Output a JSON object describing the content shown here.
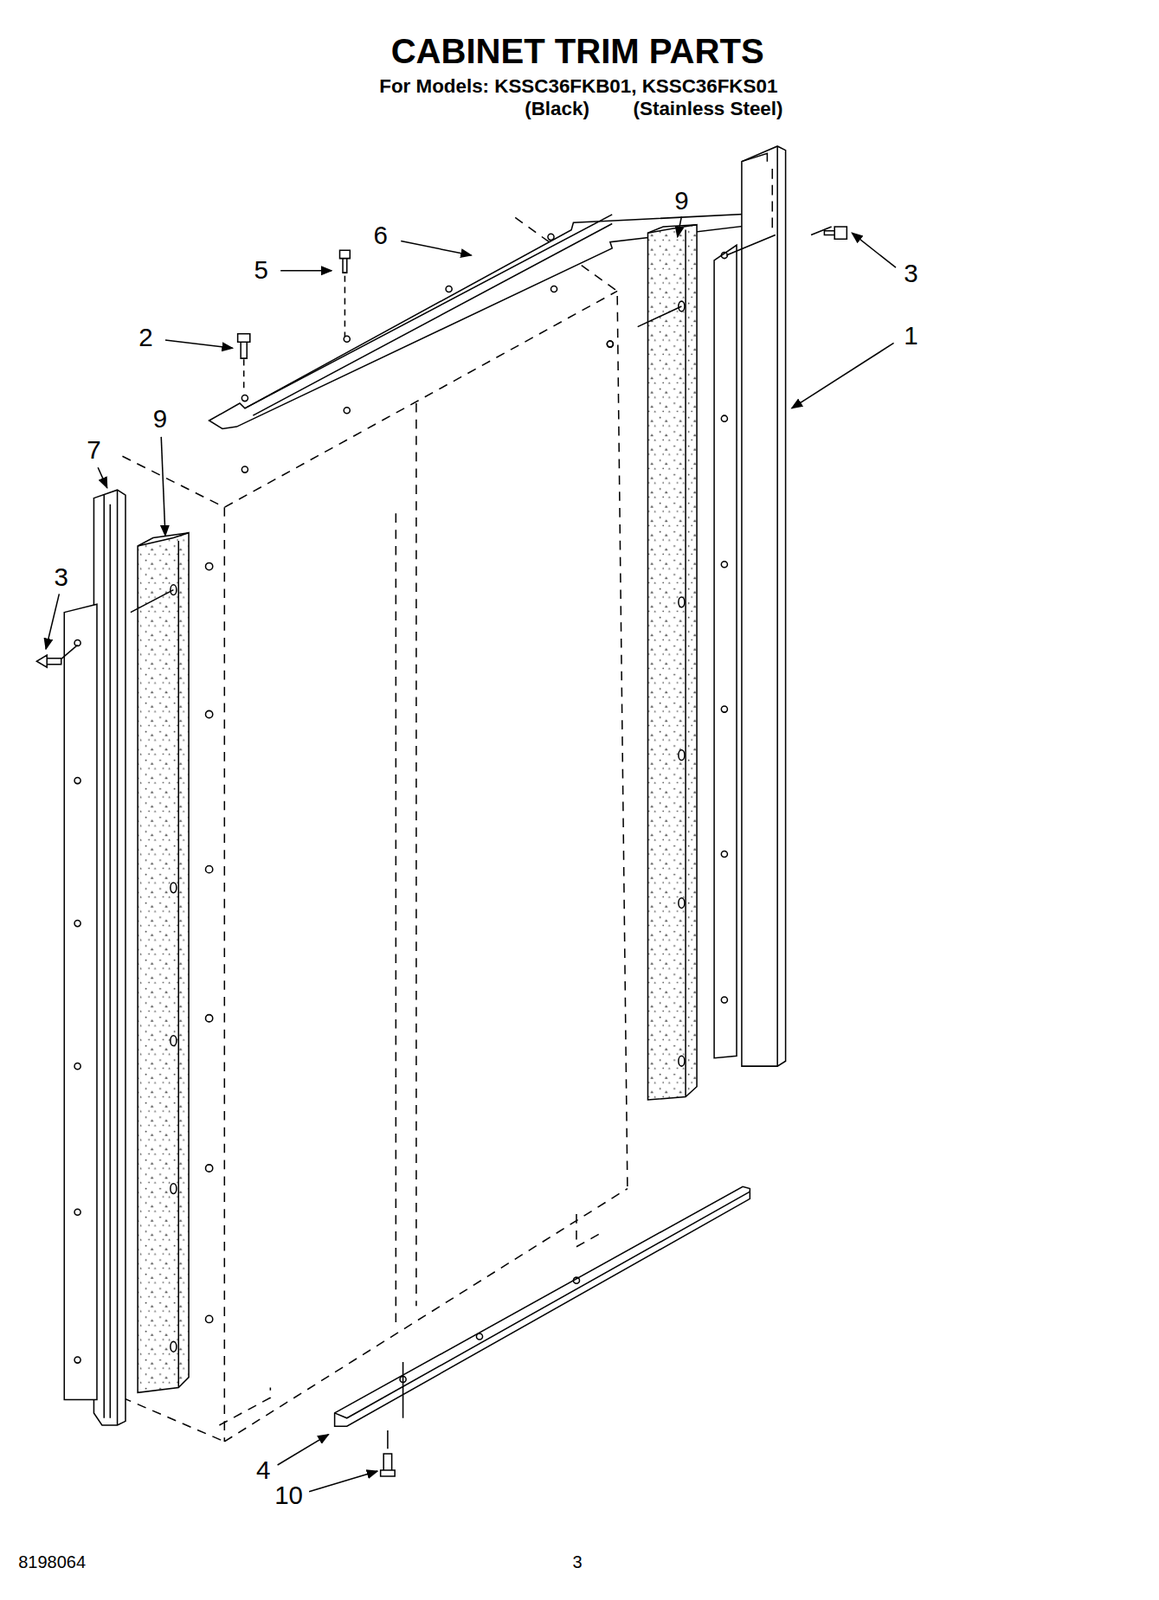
{
  "diagram": {
    "title": "CABINET TRIM PARTS",
    "labels": [
      "For Models: KSSC36FKB01, KSSC36FKS01",
      "(Black)",
      "(Stainless Steel)",
      "9",
      "6",
      "5",
      "2",
      "3",
      "1",
      "9",
      "7",
      "3",
      "4",
      "10",
      "8198064",
      "3"
    ]
  }
}
